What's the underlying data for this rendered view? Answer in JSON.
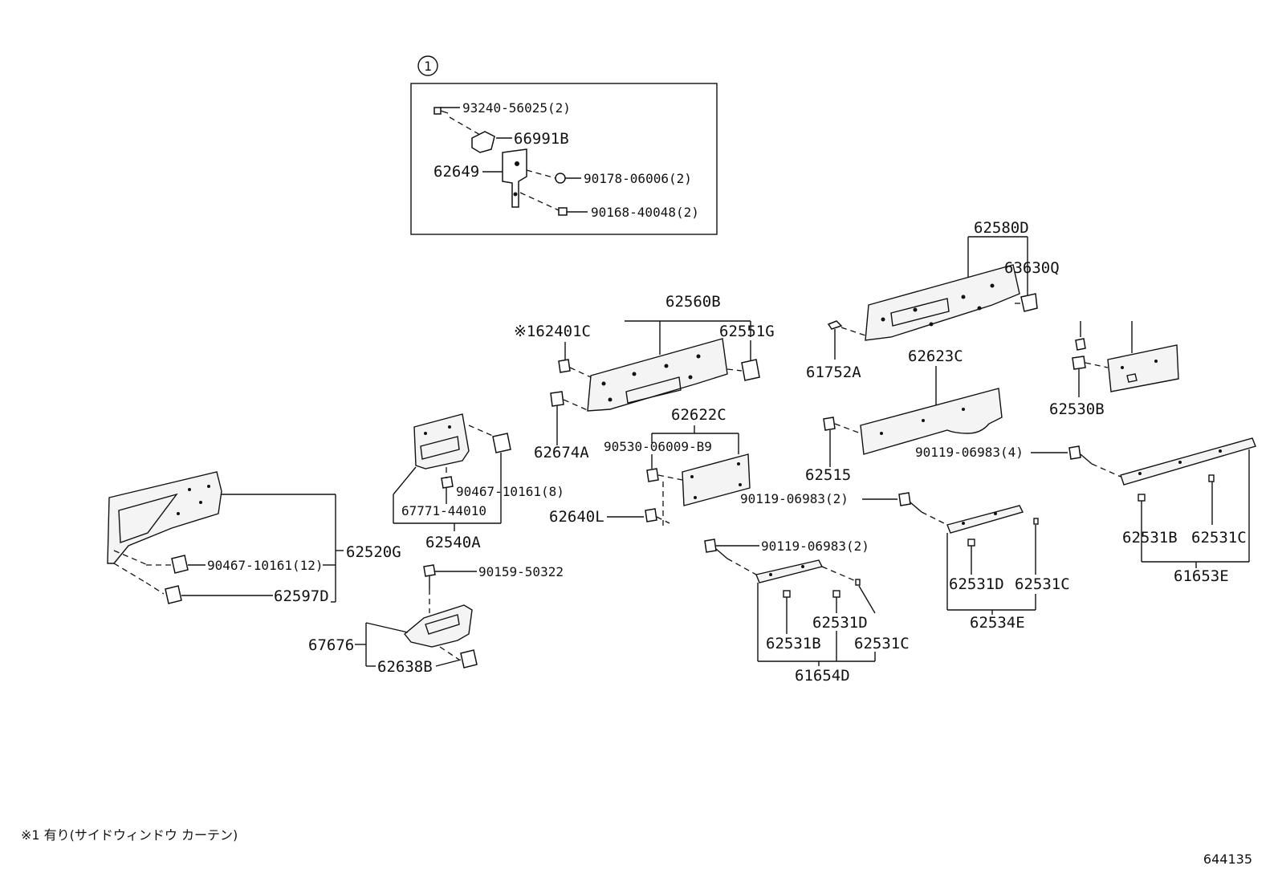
{
  "inset": {
    "marker": "1",
    "labels": {
      "p93240": "93240-56025(2)",
      "p66991B": "66991B",
      "p62649": "62649",
      "p90178": "90178-06006(2)",
      "p90168": "90168-40048(2)"
    }
  },
  "labels": {
    "p62580D": "62580D",
    "p63630Q": "63630Q",
    "p62560B": "62560B",
    "p62401C": "※162401C",
    "p62551G": "62551G",
    "p61752A": "61752A",
    "p62623C": "62623C",
    "p62530B": "62530B",
    "p62674A": "62674A",
    "p62622C": "62622C",
    "p90530": "90530-06009-B9",
    "p62515": "62515",
    "p90119_4": "90119-06983(4)",
    "p90467_8": "90467-10161(8)",
    "p67771": "67771-44010",
    "p62540A": "62540A",
    "p90119_2a": "90119-06983(2)",
    "p62640L": "62640L",
    "p62531B_r": "62531B",
    "p62531C_r": "62531C",
    "p61653E": "61653E",
    "p90119_2b": "90119-06983(2)",
    "p62520G": "62520G",
    "p90467_12": "90467-10161(12)",
    "p62597D": "62597D",
    "p90159": "90159-50322",
    "p62531D_m": "62531D",
    "p62531C_m": "62531C",
    "p62534E": "62534E",
    "p62531D_l": "62531D",
    "p62531B_l": "62531B",
    "p62531C_l": "62531C",
    "p61654D": "61654D",
    "p67676": "67676",
    "p62638B": "62638B"
  },
  "footnote": "※1 有り(サイドウィンドウ カーテン)",
  "diagram_id": "644135"
}
